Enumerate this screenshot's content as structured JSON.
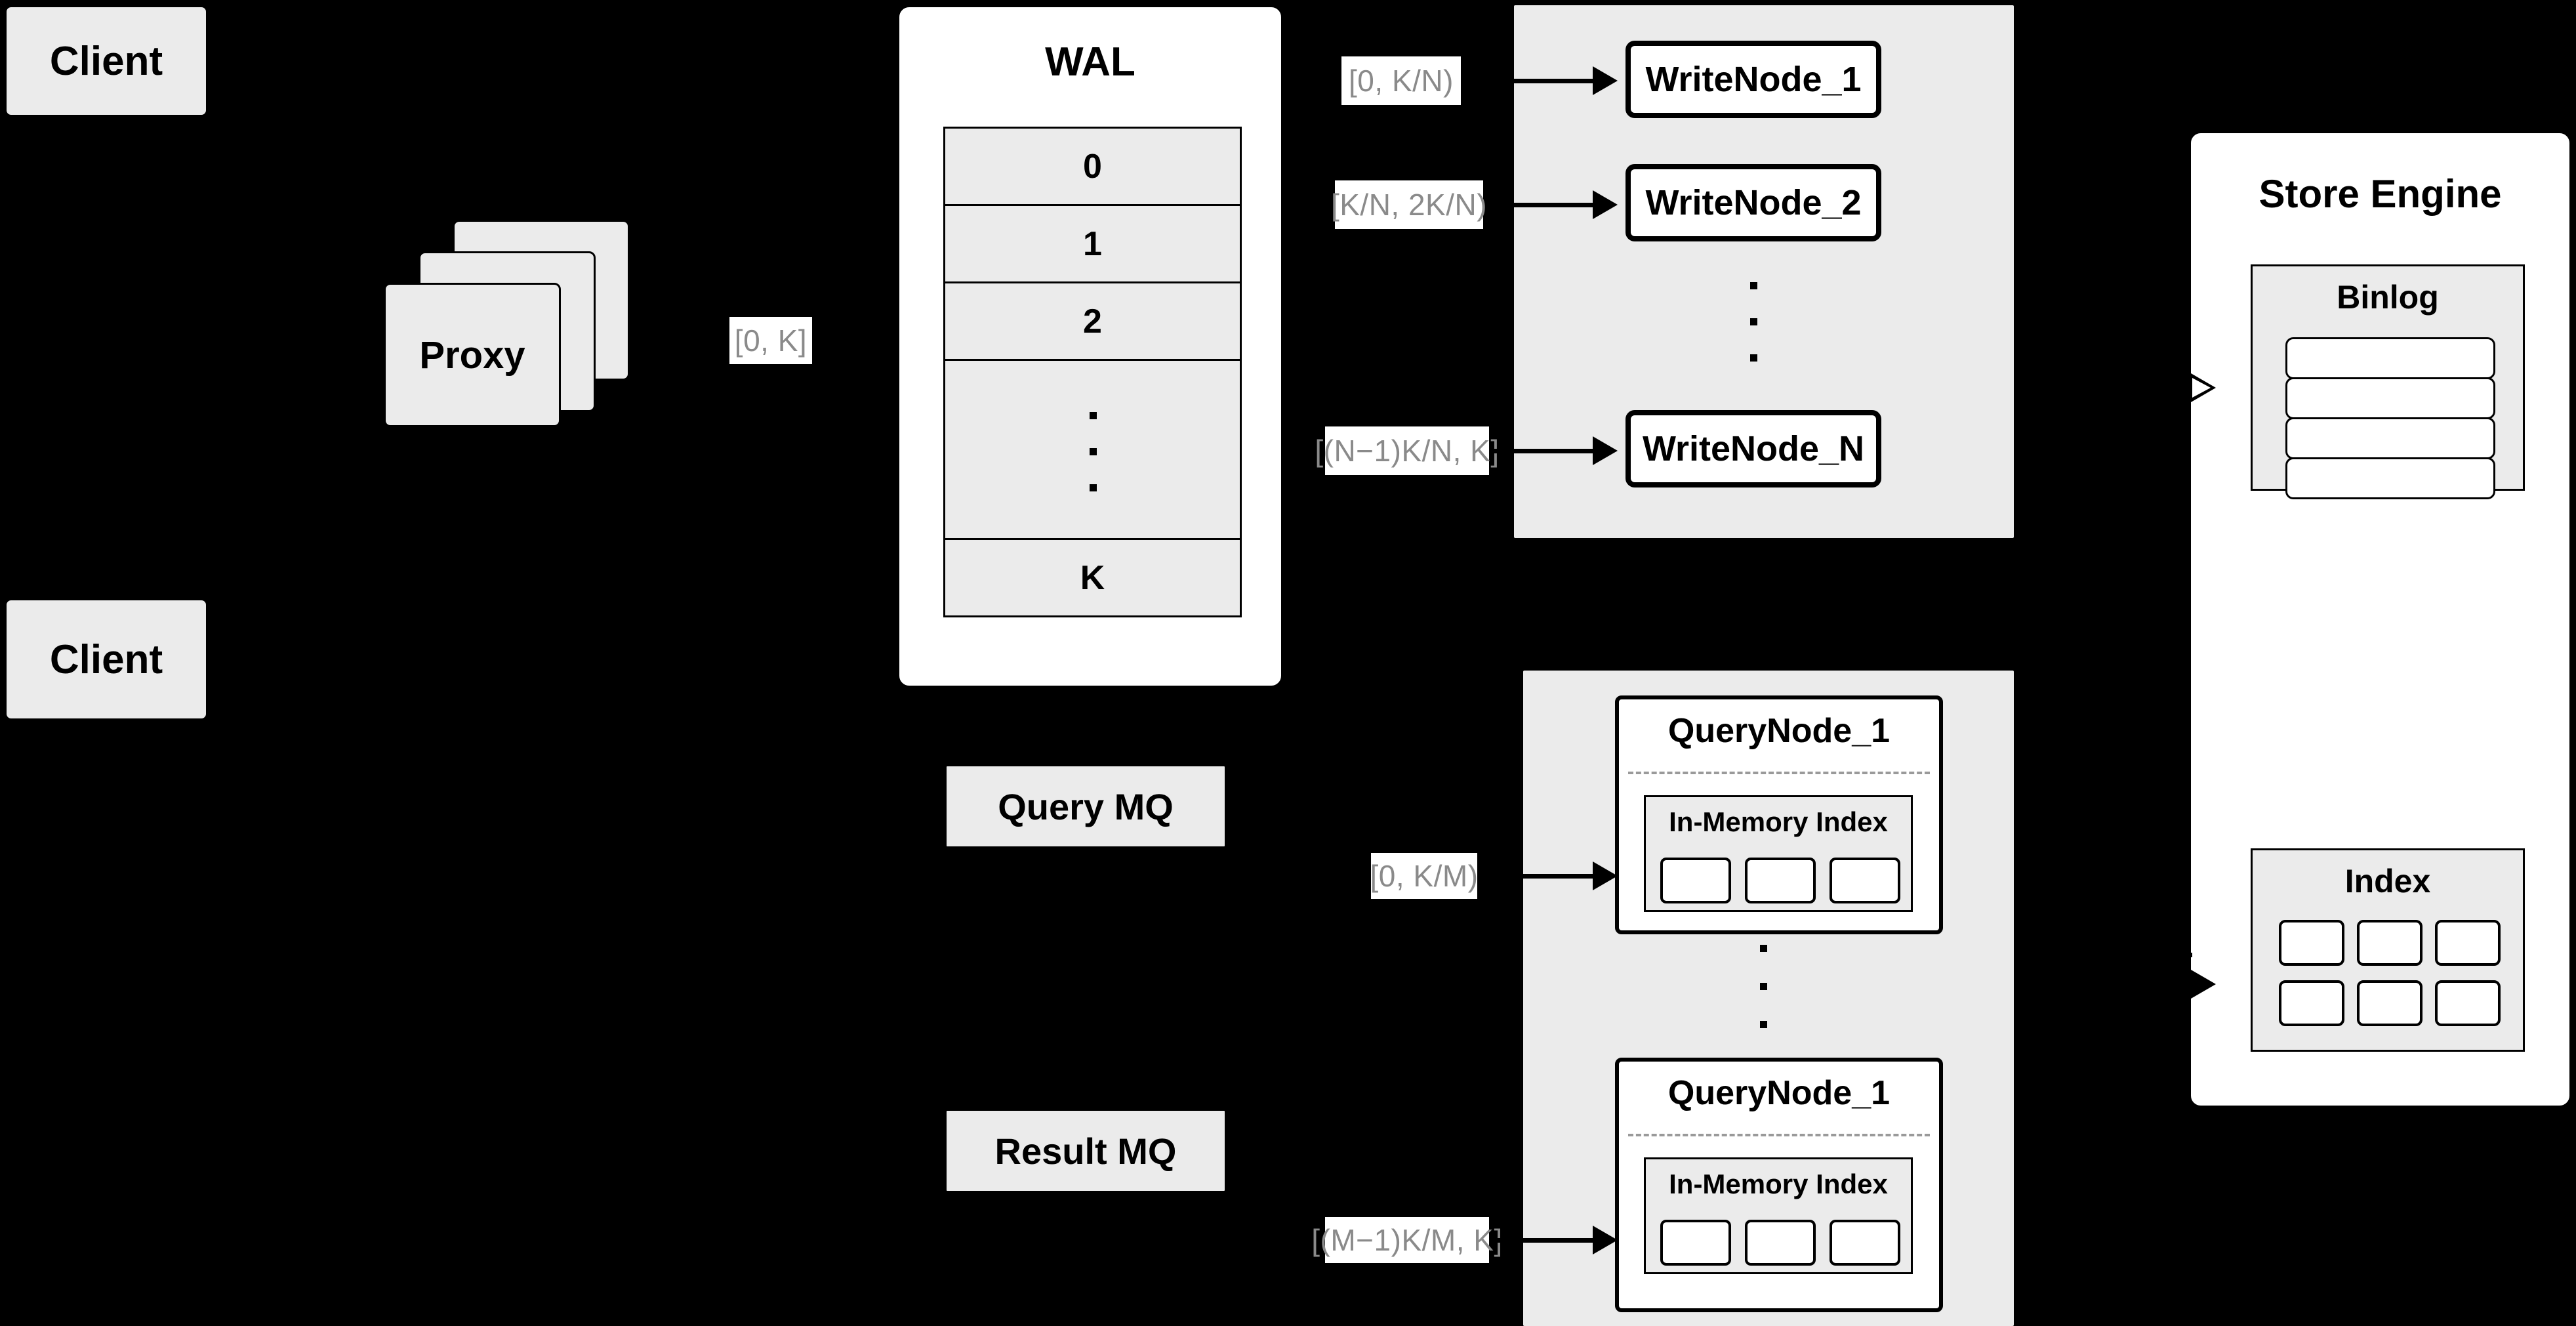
{
  "diagram": {
    "title": "Distributed Write/Query Architecture",
    "background_color": "#000000",
    "node_fill": "#ebebeb",
    "panel_fill": "#ffffff",
    "border_color": "#000000",
    "label_text_color": "#8a8a8a",
    "dashed_separator_color": "#9a9a9a"
  },
  "clients": [
    {
      "label": "Client"
    },
    {
      "label": "Client"
    }
  ],
  "proxy": {
    "label": "Proxy",
    "stack_count": 3
  },
  "proxy_edge": {
    "range_label": "[0, K]"
  },
  "wal": {
    "title": "WAL",
    "rows": [
      "0",
      "1",
      "2",
      "",
      "K"
    ],
    "ellipsis_row_index": 3,
    "ellipsis_dot_count": 3
  },
  "write_group": {
    "nodes": [
      {
        "label": "WriteNode_1",
        "range_label": "[0,  K/N)"
      },
      {
        "label": "WriteNode_2",
        "range_label": "[K/N, 2K/N)"
      },
      {
        "label": "WriteNode_N",
        "range_label": "[(N−1)K/N,  K]"
      }
    ],
    "ellipsis_dot_count": 3
  },
  "query_group": {
    "nodes": [
      {
        "label": "QueryNode_1",
        "range_label": "[0, K/M)",
        "index": {
          "title": "In-Memory Index",
          "chip_count": 3
        }
      },
      {
        "label": "QueryNode_1",
        "range_label": "[(M−1)K/M, K]",
        "index": {
          "title": "In-Memory Index",
          "chip_count": 3
        }
      }
    ],
    "ellipsis_dot_count": 3
  },
  "message_queues": [
    {
      "label": "Query MQ"
    },
    {
      "label": "Result MQ"
    }
  ],
  "store_engine": {
    "title": "Store Engine",
    "binlog": {
      "title": "Binlog",
      "row_count": 4
    },
    "index": {
      "title": "Index",
      "chip_count": 6,
      "columns": 3,
      "rows": 2
    }
  }
}
